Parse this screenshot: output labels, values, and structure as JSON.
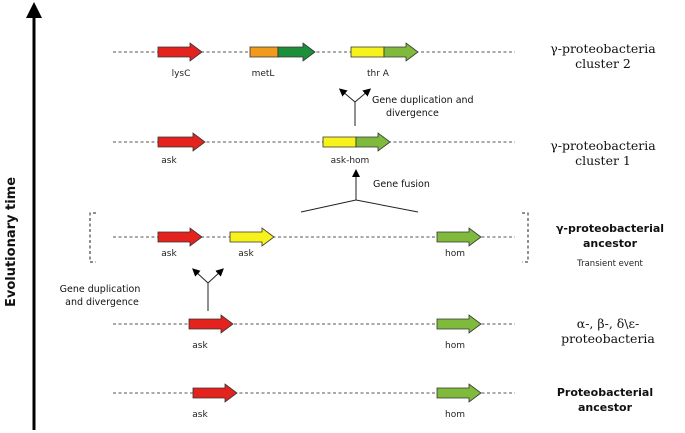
{
  "axis": {
    "label": "Evolutionary time"
  },
  "colors": {
    "red": "#e4231f",
    "orange": "#f29a1b",
    "dark_green": "#1d8f3a",
    "yellow": "#f8f21c",
    "light_green": "#7fba3c"
  },
  "rows": [
    {
      "id": "row1",
      "genes": [
        {
          "label": "lysC"
        },
        {
          "label": "metL"
        },
        {
          "label": "thr A"
        }
      ],
      "group": {
        "line1": "γ-proteobacteria",
        "line2": "cluster 2"
      }
    },
    {
      "id": "row2",
      "genes": [
        {
          "label": "ask"
        },
        {
          "label": "ask-hom"
        }
      ],
      "group": {
        "line1": "γ-proteobacteria",
        "line2": "cluster 1"
      }
    },
    {
      "id": "row3",
      "genes": [
        {
          "label": "ask"
        },
        {
          "label": "ask"
        },
        {
          "label": "hom"
        }
      ],
      "group": {
        "line1": "γ-proteobacterial",
        "line2": "ancestor",
        "note": "Transient event"
      }
    },
    {
      "id": "row4",
      "genes": [
        {
          "label": "ask"
        },
        {
          "label": "hom"
        }
      ],
      "group": {
        "line1": "α-, β-, δ\\ε-",
        "line2": "proteobacteria"
      }
    },
    {
      "id": "row5",
      "genes": [
        {
          "label": "ask"
        },
        {
          "label": "hom"
        }
      ],
      "group": {
        "line1": "Proteobacterial",
        "line2": "ancestor"
      }
    }
  ],
  "events": {
    "dup_top": {
      "line1": "Gene duplication and",
      "line2": "divergence"
    },
    "fusion": {
      "label": "Gene fusion"
    },
    "dup_bottom": {
      "line1": "Gene duplication",
      "line2": "and divergence"
    }
  }
}
